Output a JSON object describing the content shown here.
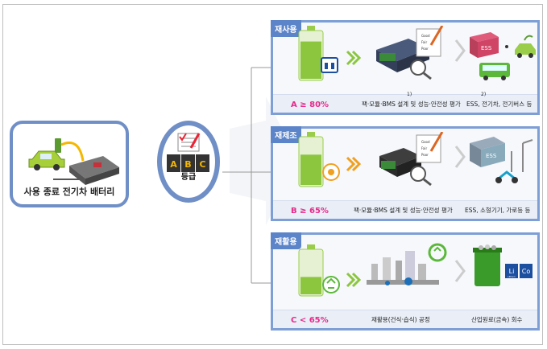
{
  "ev": {
    "label": "사용 종료 전기차 배터리"
  },
  "grade": {
    "label": "등급",
    "letters": [
      "A",
      "B",
      "C"
    ]
  },
  "panels": [
    {
      "tag": "재사용",
      "grade": "A",
      "operator": "≥",
      "threshold": "80%",
      "process": "팩·모듈·BMS 설계 및 성능·안전성 평가",
      "process_sup": "1)",
      "application": "ESS, 전기차, 전기버스 등",
      "application_sup": "2)",
      "battery_level": 0.8,
      "doc_labels": [
        "Good",
        "Fair",
        "Poor"
      ],
      "ess_label": "ESS"
    },
    {
      "tag": "재제조",
      "grade": "B",
      "operator": "≥",
      "threshold": "65%",
      "process": "팩·모듈·BMS 설계 및 성능·안전성 평가",
      "application": "ESS, 소형기기, 가로등 등",
      "battery_level": 0.65,
      "doc_labels": [
        "Good",
        "Fair",
        "Poor"
      ],
      "ess_label": "ESS"
    },
    {
      "tag": "재활용",
      "grade": "C",
      "operator": "<",
      "threshold": "65%",
      "process": "재활용(건식·습식) 공정",
      "application": "산업원료(금속) 회수",
      "battery_level": 0.4,
      "elements": [
        "Li",
        "Co"
      ],
      "element_sub": "Lithium"
    }
  ],
  "colors": {
    "border": "#6f8fc6",
    "panel_border": "#7d9fd6",
    "tag": "#5b84c9",
    "grade_text": "#e8298a",
    "battery_green": "#8cc63f",
    "arrow": "#8cc63f"
  }
}
